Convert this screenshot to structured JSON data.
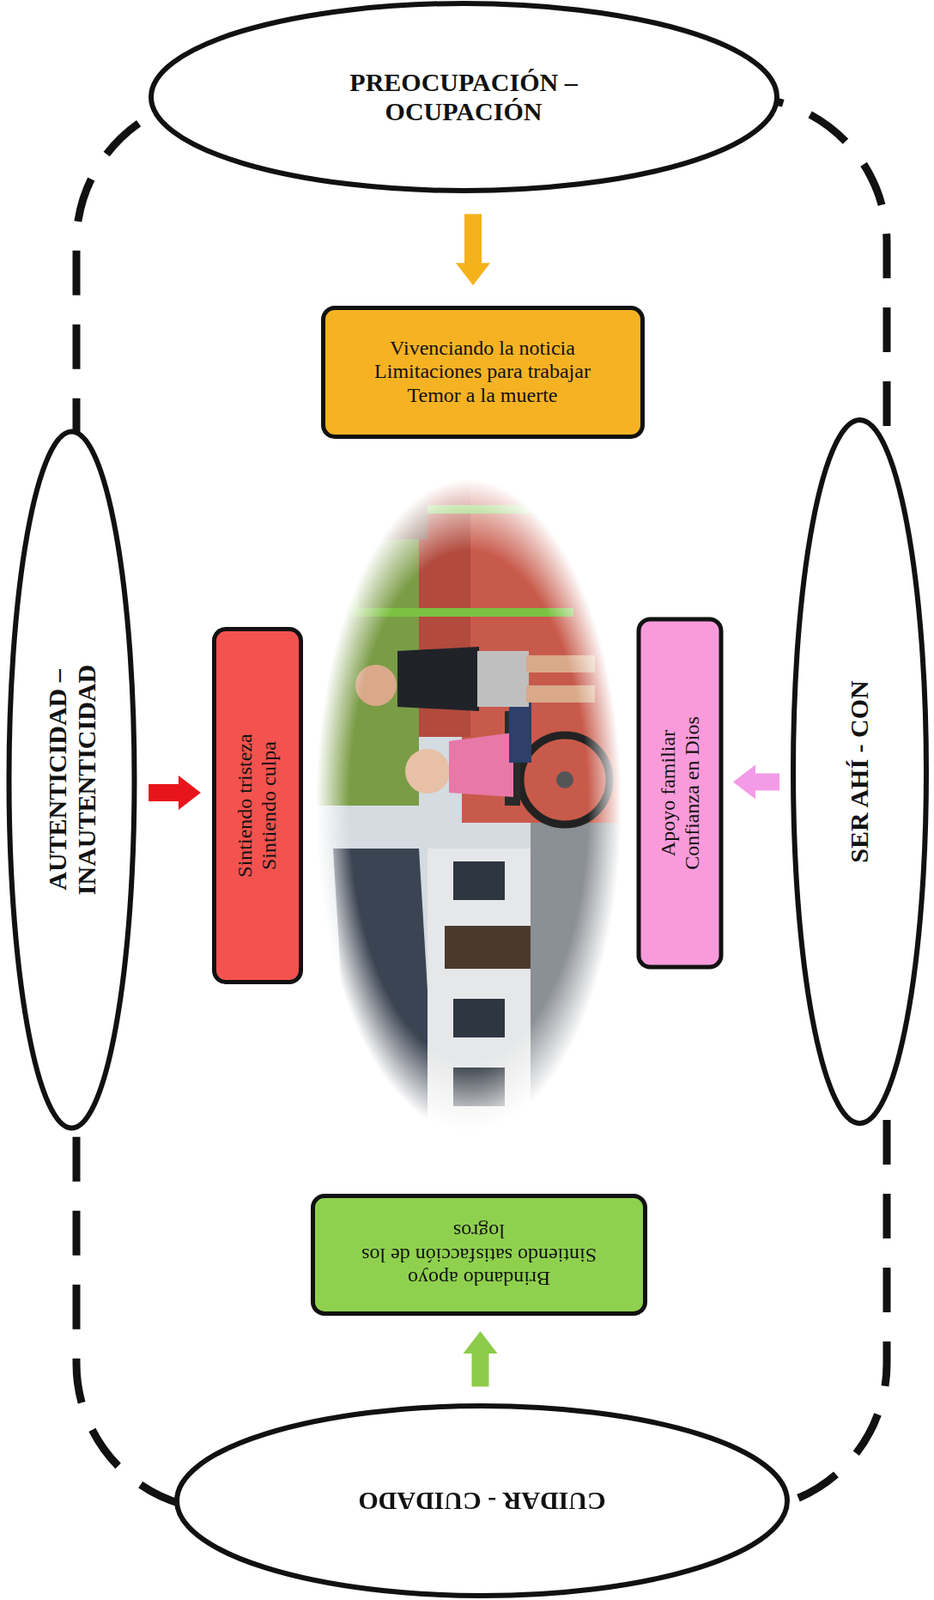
{
  "diagram": {
    "nodes": [
      {
        "text": [
          "PREOCUPACIÓN – OCUPACIÓN"
        ]
      },
      {
        "text": [
          "Vivenciando la noticia",
          "Limitaciones para trabajar",
          "Temor a la muerte"
        ]
      },
      {
        "text": [
          "AUTENTICIDAD – INAUTENTICIDAD"
        ]
      },
      {
        "text": [
          "Sintiendo tristeza",
          "Sintiendo culpa"
        ]
      },
      {
        "text": [
          "SER AHÍ - CON"
        ]
      },
      {
        "text": [
          "Apoyo familiar",
          "Confianza en Dios"
        ]
      },
      {
        "text": [
          "CUIDAR - CUIDADO"
        ]
      },
      {
        "text": [
          "Brindando apoyo",
          "Sintiendo satisfacción de los logros"
        ]
      }
    ],
    "edges": [
      {
        "from": 0,
        "to": 1,
        "arrow": "to"
      },
      {
        "from": 2,
        "to": 3,
        "arrow": "to"
      },
      {
        "from": 4,
        "to": 5,
        "arrow": "to"
      },
      {
        "from": 6,
        "to": 7,
        "arrow": "to"
      }
    ]
  }
}
